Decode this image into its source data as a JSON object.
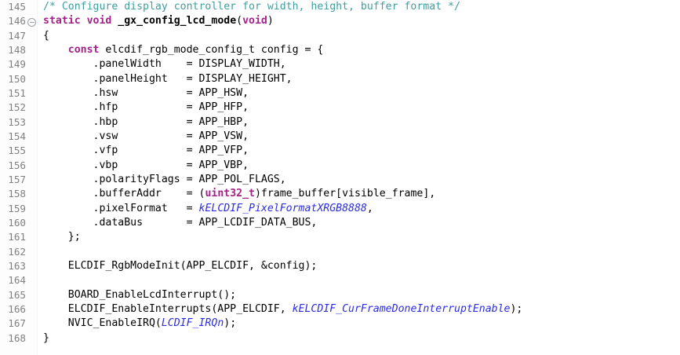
{
  "editor": {
    "name": "source-code-editor",
    "language": "C",
    "theme": "light",
    "first_line_number": 145,
    "last_line_number": 168,
    "colors": {
      "background": "#ffffff",
      "gutter_background": "#fdfdfe",
      "line_number": "#808080",
      "plain_text": "#000000",
      "comment": "#3f9e9e",
      "keyword": "#a2218b",
      "constant": "#2c2ce0",
      "function_name": "#000000"
    },
    "fold_markers": [
      {
        "line_number": 146,
        "state": "expanded",
        "glyph": "minus-circle"
      }
    ]
  },
  "lines": [
    {
      "number": "145",
      "fold": false,
      "tokens": [
        {
          "text": "/* Configure display controller for width, height, buffer format */",
          "type": "comment"
        }
      ]
    },
    {
      "number": "146",
      "fold": true,
      "tokens": [
        {
          "text": "static void ",
          "type": "keyword"
        },
        {
          "text": "_gx_config_lcd_mode",
          "type": "fname"
        },
        {
          "text": "(",
          "type": "punct"
        },
        {
          "text": "void",
          "type": "keyword"
        },
        {
          "text": ")",
          "type": "punct"
        }
      ]
    },
    {
      "number": "147",
      "fold": false,
      "tokens": [
        {
          "text": "{",
          "type": "plain"
        }
      ]
    },
    {
      "number": "148",
      "fold": false,
      "tokens": [
        {
          "text": "    ",
          "type": "plain"
        },
        {
          "text": "const",
          "type": "keyword"
        },
        {
          "text": " elcdif_rgb_mode_config_t config = {",
          "type": "plain"
        }
      ]
    },
    {
      "number": "149",
      "fold": false,
      "tokens": [
        {
          "text": "        .panelWidth    = DISPLAY_WIDTH,",
          "type": "plain"
        }
      ]
    },
    {
      "number": "150",
      "fold": false,
      "tokens": [
        {
          "text": "        .panelHeight   = DISPLAY_HEIGHT,",
          "type": "plain"
        }
      ]
    },
    {
      "number": "151",
      "fold": false,
      "tokens": [
        {
          "text": "        .hsw           = APP_HSW,",
          "type": "plain"
        }
      ]
    },
    {
      "number": "152",
      "fold": false,
      "tokens": [
        {
          "text": "        .hfp           = APP_HFP,",
          "type": "plain"
        }
      ]
    },
    {
      "number": "153",
      "fold": false,
      "tokens": [
        {
          "text": "        .hbp           = APP_HBP,",
          "type": "plain"
        }
      ]
    },
    {
      "number": "154",
      "fold": false,
      "tokens": [
        {
          "text": "        .vsw           = APP_VSW,",
          "type": "plain"
        }
      ]
    },
    {
      "number": "155",
      "fold": false,
      "tokens": [
        {
          "text": "        .vfp           = APP_VFP,",
          "type": "plain"
        }
      ]
    },
    {
      "number": "156",
      "fold": false,
      "tokens": [
        {
          "text": "        .vbp           = APP_VBP,",
          "type": "plain"
        }
      ]
    },
    {
      "number": "157",
      "fold": false,
      "tokens": [
        {
          "text": "        .polarityFlags = APP_POL_FLAGS,",
          "type": "plain"
        }
      ]
    },
    {
      "number": "158",
      "fold": false,
      "tokens": [
        {
          "text": "        .bufferAddr    = (",
          "type": "plain"
        },
        {
          "text": "uint32_t",
          "type": "keyword"
        },
        {
          "text": ")frame_buffer[visible_frame],",
          "type": "plain"
        }
      ]
    },
    {
      "number": "159",
      "fold": false,
      "tokens": [
        {
          "text": "        .pixelFormat   = ",
          "type": "plain"
        },
        {
          "text": "kELCDIF_PixelFormatXRGB8888",
          "type": "const"
        },
        {
          "text": ",",
          "type": "plain"
        }
      ]
    },
    {
      "number": "160",
      "fold": false,
      "tokens": [
        {
          "text": "        .dataBus       = APP_LCDIF_DATA_BUS,",
          "type": "plain"
        }
      ]
    },
    {
      "number": "161",
      "fold": false,
      "tokens": [
        {
          "text": "    };",
          "type": "plain"
        }
      ]
    },
    {
      "number": "162",
      "fold": false,
      "tokens": []
    },
    {
      "number": "163",
      "fold": false,
      "tokens": [
        {
          "text": "    ELCDIF_RgbModeInit(APP_ELCDIF, &config);",
          "type": "plain"
        }
      ]
    },
    {
      "number": "164",
      "fold": false,
      "tokens": []
    },
    {
      "number": "165",
      "fold": false,
      "tokens": [
        {
          "text": "    BOARD_EnableLcdInterrupt();",
          "type": "plain"
        }
      ]
    },
    {
      "number": "166",
      "fold": false,
      "tokens": [
        {
          "text": "    ELCDIF_EnableInterrupts(APP_ELCDIF, ",
          "type": "plain"
        },
        {
          "text": "kELCDIF_CurFrameDoneInterruptEnable",
          "type": "const"
        },
        {
          "text": ");",
          "type": "plain"
        }
      ]
    },
    {
      "number": "167",
      "fold": false,
      "tokens": [
        {
          "text": "    NVIC_EnableIRQ(",
          "type": "plain"
        },
        {
          "text": "LCDIF_IRQn",
          "type": "const"
        },
        {
          "text": ");",
          "type": "plain"
        }
      ]
    },
    {
      "number": "168",
      "fold": false,
      "tokens": [
        {
          "text": "}",
          "type": "plain"
        }
      ]
    }
  ]
}
